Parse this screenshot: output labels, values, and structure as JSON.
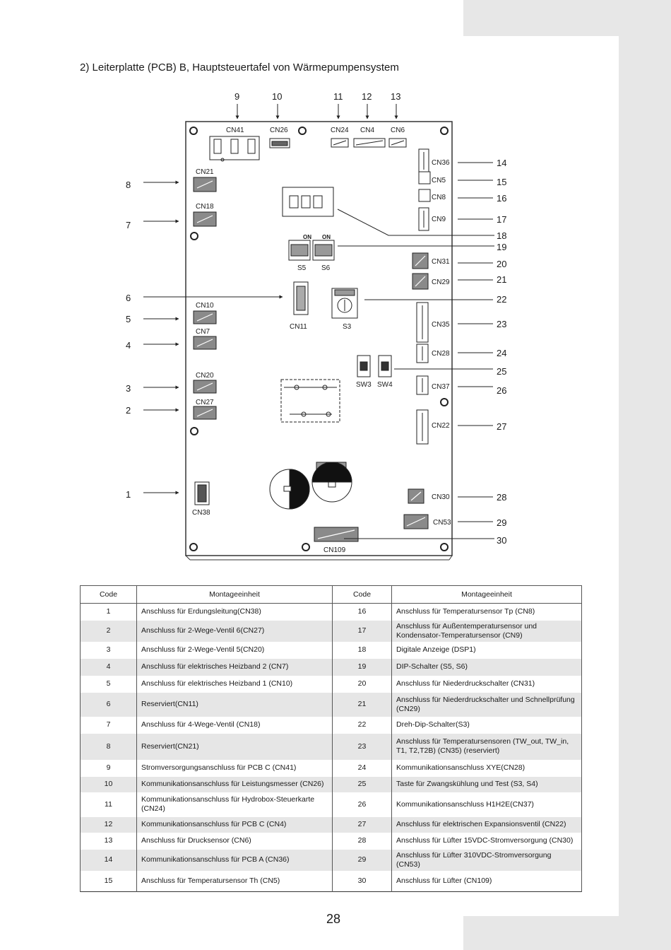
{
  "heading": "2) Leiterplatte (PCB) B, Hauptsteuertafel von Wärmepumpensystem",
  "callouts": {
    "top": [
      "9",
      "10",
      "11",
      "12",
      "13"
    ],
    "left": [
      "8",
      "7",
      "6",
      "5",
      "4",
      "3",
      "2",
      "1"
    ],
    "right": [
      "14",
      "15",
      "16",
      "17",
      "18",
      "19",
      "20",
      "21",
      "22",
      "23",
      "24",
      "25",
      "26",
      "27",
      "28",
      "29",
      "30"
    ]
  },
  "board_labels": {
    "cn41": "CN41",
    "cn26": "CN26",
    "cn24": "CN24",
    "cn4": "CN4",
    "cn6": "CN6",
    "cn21": "CN21",
    "cn18": "CN18",
    "cn10": "CN10",
    "cn7": "CN7",
    "cn20": "CN20",
    "cn27": "CN27",
    "cn38": "CN38",
    "cn36": "CN36",
    "cn5": "CN5",
    "cn8": "CN8",
    "cn9": "CN9",
    "cn31": "CN31",
    "cn29": "CN29",
    "cn35": "CN35",
    "cn28": "CN28",
    "cn37": "CN37",
    "cn22": "CN22",
    "cn30": "CN30",
    "cn53": "CN53",
    "cn109": "CN109",
    "cn11": "CN11",
    "s3": "S3",
    "s5": "S5",
    "s6": "S6",
    "sw3": "SW3",
    "sw4": "SW4",
    "on": "ON"
  },
  "table": {
    "col_code": "Code",
    "col_unit": "Montageeinheit",
    "rows": [
      {
        "c1": "1",
        "d1": "Anschluss für Erdungsleitung(CN38)",
        "c2": "16",
        "d2": "Anschluss für Temperatursensor Tp (CN8)"
      },
      {
        "c1": "2",
        "d1": "Anschluss für 2-Wege-Ventil 6(CN27)",
        "c2": "17",
        "d2": "Anschluss für Außentemperatursensor und Kondensator-Temperatursensor (CN9)"
      },
      {
        "c1": "3",
        "d1": "Anschluss für 2-Wege-Ventil 5(CN20)",
        "c2": "18",
        "d2": "Digitale Anzeige (DSP1)"
      },
      {
        "c1": "4",
        "d1": "Anschluss für elektrisches Heizband 2 (CN7)",
        "c2": "19",
        "d2": "DIP-Schalter (S5, S6)"
      },
      {
        "c1": "5",
        "d1": "Anschluss für elektrisches Heizband 1 (CN10)",
        "c2": "20",
        "d2": "Anschluss für Niederdruckschalter (CN31)"
      },
      {
        "c1": "6",
        "d1": "Reserviert(CN11)",
        "c2": "21",
        "d2": "Anschluss für Niederdruckschalter und Schnellprüfung (CN29)"
      },
      {
        "c1": "7",
        "d1": "Anschluss für 4-Wege-Ventil (CN18)",
        "c2": "22",
        "d2": "Dreh-Dip-Schalter(S3)"
      },
      {
        "c1": "8",
        "d1": "Reserviert(CN21)",
        "c2": "23",
        "d2": "Anschluss für Temperatursensoren (TW_out, TW_in, T1, T2,T2B) (CN35) (reserviert)"
      },
      {
        "c1": "9",
        "d1": "Stromversorgungsanschluss für PCB C (CN41)",
        "c2": "24",
        "d2": "Kommunikationsanschluss XYE(CN28)"
      },
      {
        "c1": "10",
        "d1": "Kommunikationsanschluss für Leistungsmesser (CN26)",
        "c2": "25",
        "d2": "Taste für Zwangskühlung und Test (S3, S4)"
      },
      {
        "c1": "11",
        "d1": "Kommunikationsanschluss für Hydrobox-Steuerkarte (CN24)",
        "c2": "26",
        "d2": "Kommunikationsanschluss H1H2E(CN37)"
      },
      {
        "c1": "12",
        "d1": "Kommunikationsanschluss für PCB C (CN4)",
        "c2": "27",
        "d2": "Anschluss für elektrischen Expansionsventil (CN22)"
      },
      {
        "c1": "13",
        "d1": "Anschluss für Drucksensor (CN6)",
        "c2": "28",
        "d2": "Anschluss für Lüfter 15VDC-Stromversorgung (CN30)"
      },
      {
        "c1": "14",
        "d1": "Kommunikationsanschluss für PCB A (CN36)",
        "c2": "29",
        "d2": "Anschluss für Lüfter 310VDC-Stromversorgung (CN53)"
      },
      {
        "c1": "15",
        "d1": "Anschluss für Temperatursensor Th (CN5)",
        "c2": "30",
        "d2": "Anschluss für Lüfter (CN109)"
      }
    ]
  },
  "page_number": "28"
}
